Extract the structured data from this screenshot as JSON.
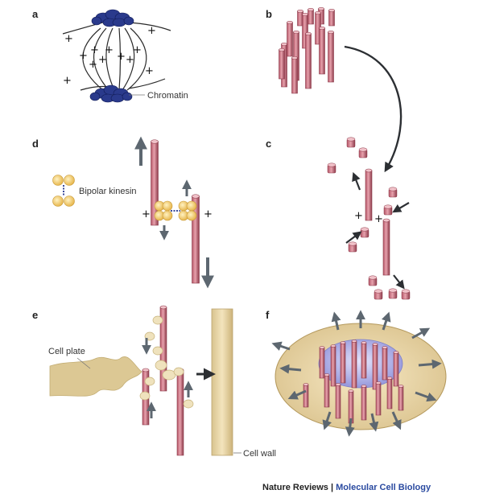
{
  "panels": {
    "a": {
      "label": "a",
      "callout": "Chromatin"
    },
    "b": {
      "label": "b"
    },
    "c": {
      "label": "c"
    },
    "d": {
      "label": "d",
      "callout": "Bipolar kinesin"
    },
    "e": {
      "label": "e",
      "callout_plate": "Cell plate",
      "callout_wall": "Cell wall"
    },
    "f": {
      "label": "f"
    }
  },
  "plus_sign": "+",
  "credit": {
    "journal": "Nature Reviews",
    "separator": " | ",
    "section": "Molecular Cell Biology"
  },
  "colors": {
    "microtubule": "#c96a7a",
    "microtubule_dark": "#8e3b4b",
    "arrow": "#5d6770",
    "chromatin": "#2a3a8c",
    "kinesin": "#f1c96a",
    "cell_plate": "#dcc894",
    "cell_wall": "#e2cf9e",
    "nucleus": "#9a9be0",
    "credit_accent": "#2a4aa0"
  }
}
